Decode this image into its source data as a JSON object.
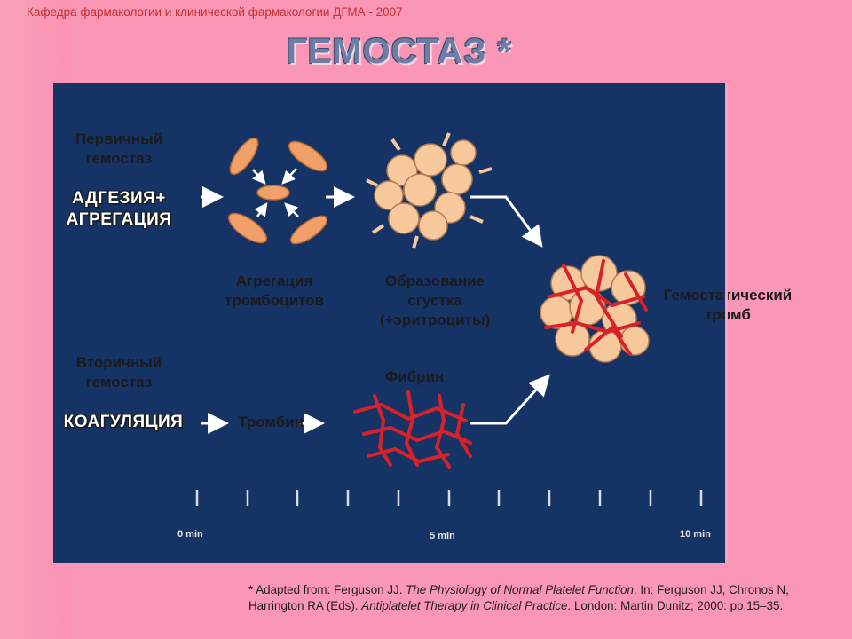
{
  "header": {
    "department": "Кафедра фармакологии и клинической фармакологии ДГМА - 2007"
  },
  "title": "ГЕМОСТАЗ *",
  "diagram": {
    "primary_label": "Первичный гемостаз",
    "primary_label_1": "Первичный",
    "primary_label_2": "гемостаз",
    "adhesion_label_1": "АДГЕЗИЯ+",
    "adhesion_label_2": "АГРЕГАЦИЯ",
    "platelet_aggregation_1": "Агрегация",
    "platelet_aggregation_2": "тромбоцитов",
    "clot_formation_1": "Образование",
    "clot_formation_2": "сгустка",
    "clot_formation_3": "(+эритроциты)",
    "thrombus_1": "Гемостатический",
    "thrombus_2": "тромб",
    "secondary_label_1": "Вторичный",
    "secondary_label_2": "гемостаз",
    "coagulation_label": "КОАГУЛЯЦИЯ",
    "thrombin_label": "Тромбин",
    "fibrin_label": "Фибрин",
    "time_0": "0 min",
    "time_5": "5 min",
    "time_10": "10 min",
    "colors": {
      "panel": "#163366",
      "platelet": "#f0a068",
      "fibrin": "#d8222a",
      "clot": "#f6c89c"
    }
  },
  "footnote": {
    "prefix": "* Adapted from: Ferguson JJ.",
    "title": "The Physiology of Normal Platelet Function",
    "mid": ". In: Ferguson JJ, Chronos N, Harrington RA (Eds).",
    "book": "Antiplatelet Therapy in Clinical Practice",
    "suffix": ". London: Martin Dunitz; 2000: pp.15–35."
  }
}
